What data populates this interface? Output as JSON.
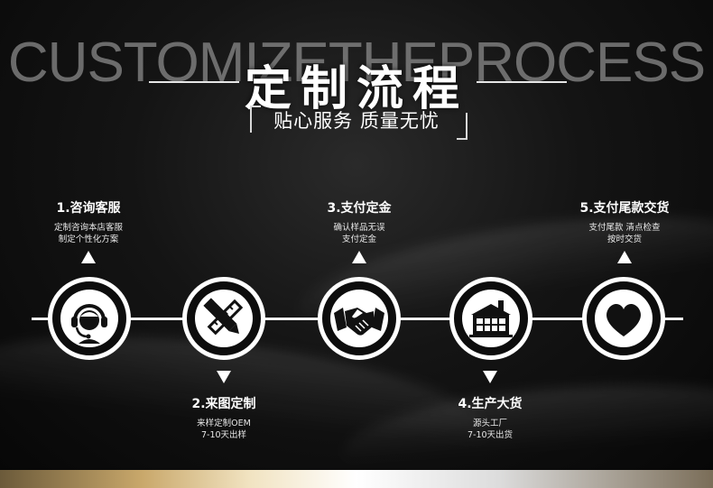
{
  "header": {
    "bg_word": "CUSTOMIZETHEPROCESS",
    "title": "定制流程",
    "subtitle": "贴心服务 质量无忧"
  },
  "steps": [
    {
      "title": "1.咨询客服",
      "lines": [
        "定制咨询本店客服",
        "制定个性化方案"
      ],
      "icon": "headset-icon"
    },
    {
      "title": "2.来图定制",
      "lines": [
        "来样定制OEM",
        "7-10天出样"
      ],
      "icon": "pencil-ruler-icon"
    },
    {
      "title": "3.支付定金",
      "lines": [
        "确认样品无误",
        "支付定金"
      ],
      "icon": "handshake-icon"
    },
    {
      "title": "4.生产大货",
      "lines": [
        "源头工厂",
        "7-10天出货"
      ],
      "icon": "factory-icon"
    },
    {
      "title": "5.支付尾款交货",
      "lines": [
        "支付尾款 清点检查",
        "按时交货"
      ],
      "icon": "heart-icon"
    }
  ],
  "colors": {
    "accent": "#ffffff",
    "background": "#111111"
  }
}
